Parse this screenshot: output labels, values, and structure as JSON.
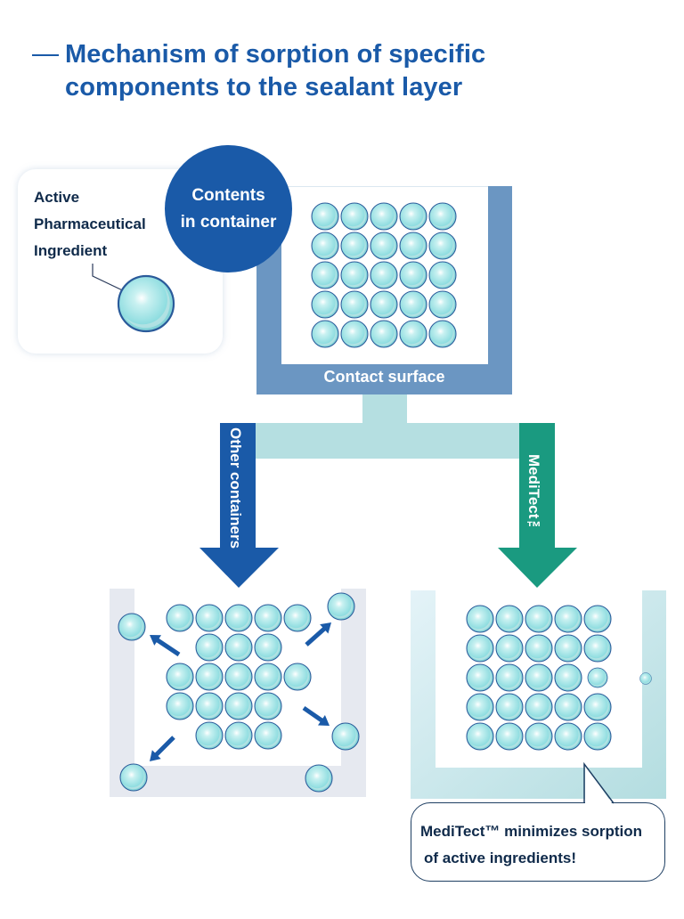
{
  "title": {
    "line1": "Mechanism of sorption of specific",
    "line2": "components to the sealant layer"
  },
  "legend": {
    "line1": "Active",
    "line2": "Pharmaceutical",
    "line3": "Ingredient",
    "icon": "sphere-icon"
  },
  "badge": {
    "line1": "Contents",
    "line2": "in container"
  },
  "container": {
    "label": "Contact surface",
    "rows": 5,
    "cols": 5
  },
  "branches": {
    "left_label": "Other containers",
    "right_label": "MediTect™"
  },
  "callout": {
    "line1": "MediTect™ minimizes sorption",
    "line2": "of active ingredients!"
  },
  "colors": {
    "brand_blue": "#1a5aa8",
    "container_blue": "#6b96c2",
    "connector_teal": "#b5dfe1",
    "meditect_green": "#1a9a80",
    "text_dark": "#0f2a4a",
    "sphere_fill": "#8fdde0",
    "sphere_outline": "#2a5a9a"
  }
}
